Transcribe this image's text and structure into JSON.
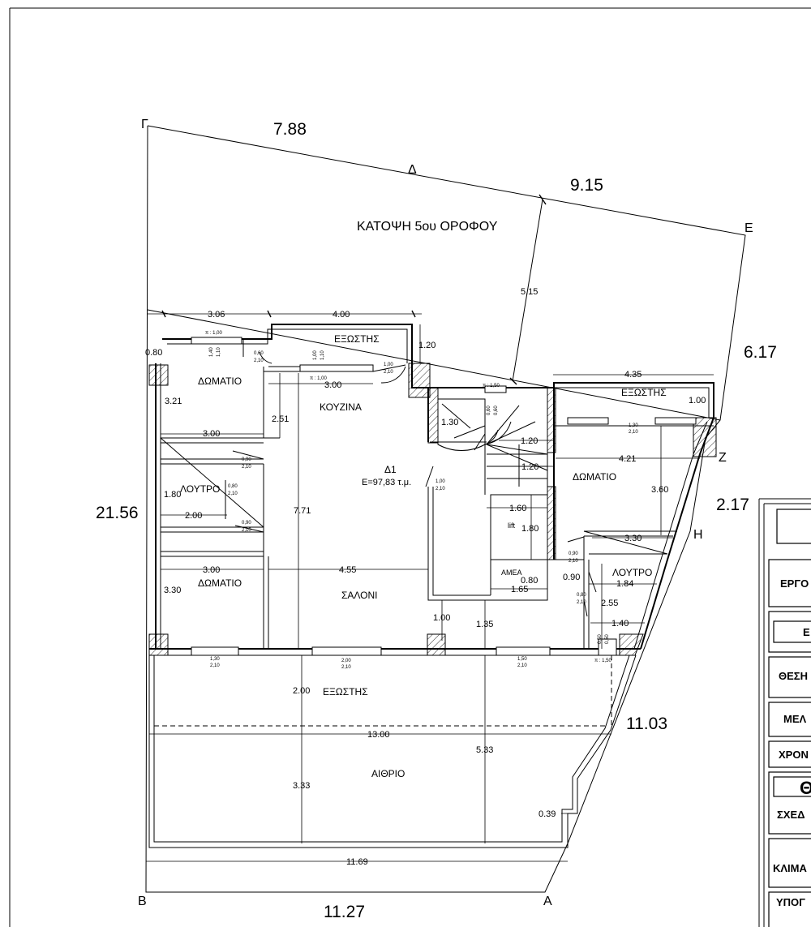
{
  "title": "ΚΑΤΟΨΗ 5ου ΟΡΟΦΟΥ",
  "vertices": {
    "gamma": "Γ",
    "delta": "Δ",
    "epsilon": "Ε",
    "zeta": "Ζ",
    "eta": "Η",
    "alpha": "Α",
    "beta": "Β"
  },
  "plot_dimensions": {
    "gamma_delta": "7.88",
    "delta_epsilon": "9.15",
    "epsilon_zeta": "6.17",
    "zeta_eta": "2.17",
    "eta_alpha": "11.03",
    "alpha_beta": "11.27",
    "beta_gamma": "21.56",
    "setback_line": "5.15"
  },
  "rooms": {
    "balcony_top": "ΕΞΩΣΤΗΣ",
    "balcony_right": "ΕΞΩΣΤΗΣ",
    "balcony_bottom": "ΕΞΩΣΤΗΣ",
    "bedroom_top": "ΔΩΜΑΤΙΟ",
    "kitchen": "ΚΟΥΖΙΝΑ",
    "bedroom_right": "ΔΩΜΑΤΙΟ",
    "bathroom_left": "ΛΟΥΤΡΟ",
    "bathroom_right": "ΛΟΥΤΡΟ",
    "bedroom_bottom": "ΔΩΜΑΤΙΟ",
    "living": "ΣΑΛΟΝΙ",
    "atrium": "ΑΙΘΡΙΟ",
    "unit_name": "Δ1",
    "unit_area": "Ε=97,83 τ.μ.",
    "lift": "lift",
    "amea": "ΑΜΕΑ"
  },
  "dimensions": {
    "d306": "3.06",
    "d400": "4.00",
    "d080a": "0.80",
    "d120a": "1.20",
    "d321": "3.21",
    "d300a": "3.00",
    "d251": "2.51",
    "d300b": "3.00",
    "d130": "1.30",
    "d435": "4.35",
    "d100a": "1.00",
    "d421": "4.21",
    "d120b": "1.20",
    "d120c": "1.20",
    "d360": "3.60",
    "d180a": "1.80",
    "d200a": "2.00",
    "d771": "7.71",
    "d160": "1.60",
    "d180b": "1.80",
    "d330a": "3.30",
    "d300c": "3.00",
    "d455": "4.55",
    "d080b": "0.80",
    "d165": "1.65",
    "d090": "0.90",
    "d184": "1.84",
    "d330b": "3.30",
    "d255": "2.55",
    "d140": "1.40",
    "d100b": "1.00",
    "d135": "1.35",
    "d200b": "2.00",
    "d1300": "13.00",
    "d533": "5.33",
    "d333": "3.33",
    "d039": "0.39",
    "d1169": "11.69"
  },
  "openings": {
    "w_top_left": "π : 1,00",
    "w_top_left_v1": "1,40",
    "w_top_left_v2": "1,10",
    "door_balc": "0,60",
    "door_balc2": "2,10",
    "w_kitchen": "π : 1,00",
    "w_kitchen_v1": "1,00",
    "w_kitchen_v2": "1,10",
    "door_kitchen": "1,00",
    "door_kitchen2": "2,10",
    "w_stair": "π : 1,50",
    "w_stair_v1": "0,60",
    "w_stair_v2": "0,60",
    "w_right": "1,30",
    "w_right2": "2,10",
    "door_bath1": "0,90",
    "door_bath1b": "2,10",
    "door_bath2": "0,80",
    "door_bath2b": "2,10",
    "door_bed": "0,90",
    "door_bed2": "2,10",
    "door_entry": "1,00",
    "door_entry2": "2,10",
    "door_rbath": "0,90",
    "door_rbath2": "2,10",
    "door_rbath3": "0,80",
    "door_rbath4": "2,10",
    "w_bot1": "1,30",
    "w_bot1b": "2,10",
    "w_bot2": "2,00",
    "w_bot2b": "2,10",
    "w_bot3": "1,50",
    "w_bot3b": "2,10",
    "w_bot4": "π : 1,50",
    "w_bot4v1": "0,50",
    "w_bot4v2": "0,50"
  },
  "title_block": {
    "row1": "ΕΡΓΟ",
    "row2": "Ε",
    "row3": "ΘΕΣΗ",
    "row4": "ΜΕΛ",
    "row5": "ΧΡΟΝ",
    "row6": "Θ",
    "row7": "ΣΧΕΔ",
    "row8": "ΚΛΙΜΑ",
    "row9": "ΥΠΟΓ"
  }
}
